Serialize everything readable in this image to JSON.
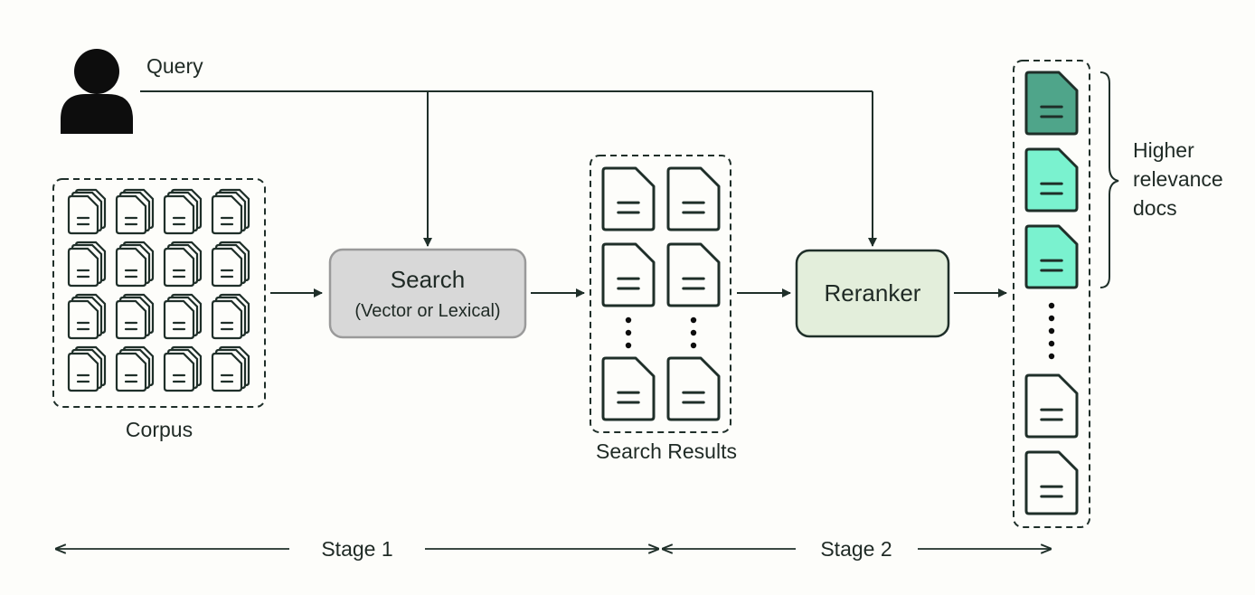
{
  "labels": {
    "query": "Query",
    "corpus": "Corpus",
    "search_title": "Search",
    "search_subtitle": "(Vector or Lexical)",
    "search_results": "Search Results",
    "reranker": "Reranker",
    "higher_relevance": [
      "Higher",
      "relevance",
      "docs"
    ],
    "stage1": "Stage 1",
    "stage2": "Stage 2"
  },
  "corpus": {
    "rows": 4,
    "cols": 4
  },
  "search_results": {
    "rows_before_ellipsis": 2,
    "rows_after_ellipsis": 1,
    "cols": 2
  },
  "ranked_docs": [
    "high",
    "medium",
    "medium",
    "low",
    "low"
  ],
  "colors": {
    "background": "#fdfdfa",
    "stroke": "#1f2f29",
    "search_fill": "#d8d8d8",
    "search_stroke": "#9a9a9a",
    "reranker_fill": "#e3eedb",
    "doc_high": "#4fa58a",
    "doc_medium": "#7af2cf",
    "doc_low": "#ffffff"
  }
}
